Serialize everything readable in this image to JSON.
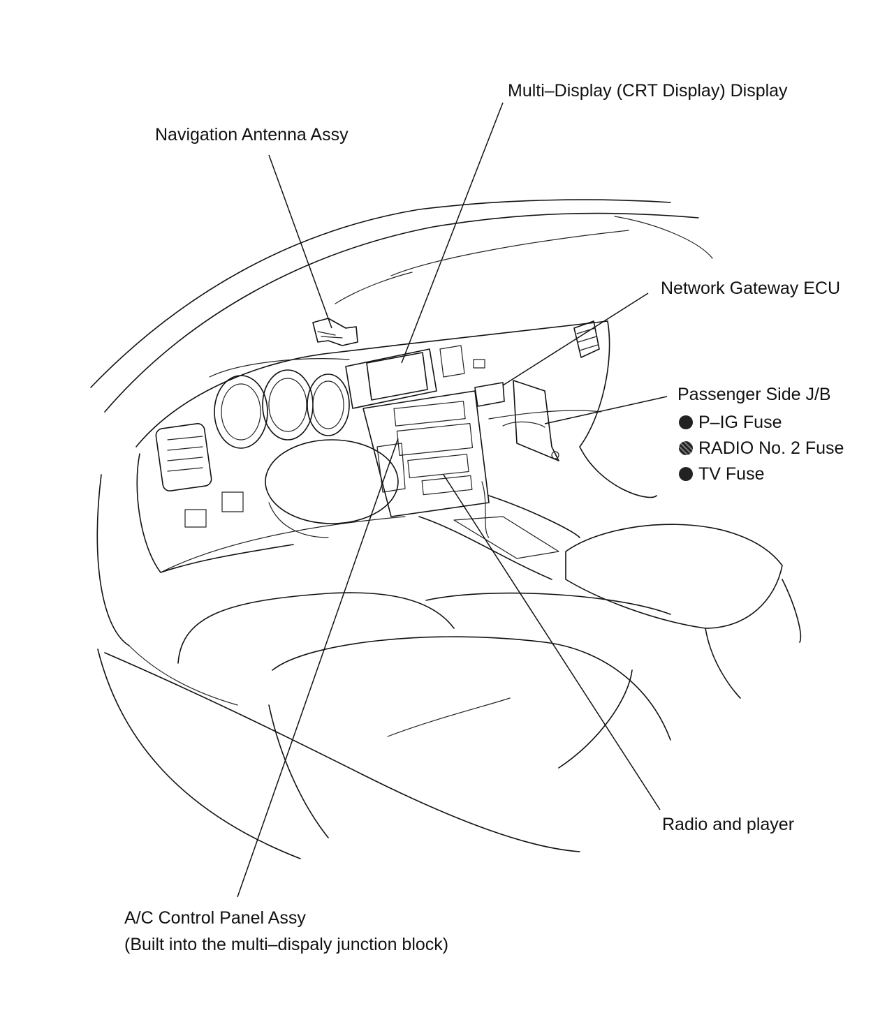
{
  "labels": {
    "multi_display": "Multi–Display (CRT Display) Display",
    "nav_antenna": "Navigation Antenna Assy",
    "gateway_ecu": "Network Gateway ECU",
    "passenger_jb": "Passenger Side J/B",
    "fuses": [
      {
        "label": "P–IG Fuse",
        "marker": "solid"
      },
      {
        "label": "RADIO No. 2 Fuse",
        "marker": "hatched"
      },
      {
        "label": "TV Fuse",
        "marker": "solid"
      }
    ],
    "radio_player": "Radio and player",
    "ac_panel_line1": "A/C Control Panel Assy",
    "ac_panel_line2": "(Built into the multi–dispaly junction block)"
  }
}
